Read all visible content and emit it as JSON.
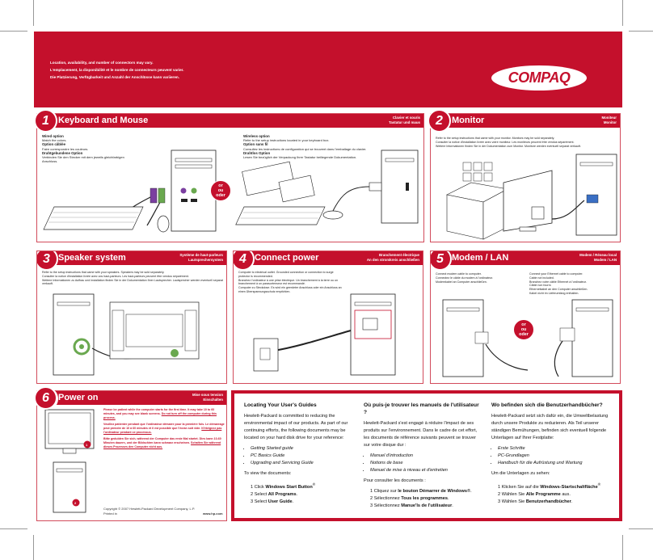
{
  "header": {
    "lines": [
      "Location, availability, and number of connectors may vary.",
      "L'emplacement, la disponibilité et le nombre de connecteurs peuvent varier.",
      "Die Platzierung, Verfügbarkeit und Anzahl der Anschlüsse kann variieren."
    ],
    "logo": "COMPAQ"
  },
  "or_badge": [
    "or",
    "ou",
    "oder"
  ],
  "panels": {
    "p1": {
      "num": "1",
      "title": "Keyboard and Mouse",
      "sub1": "Clavier et souris",
      "sub2": "Tastatur und maus",
      "wired_h": "Wired option",
      "wired_t": "Match the colors.",
      "cable_h": "Option câblée",
      "cable_t": "Faire correspondre les couleurs.",
      "draht_h": "Drahtgebundene Option",
      "draht_t": "Verbinden Sie den Stecker mit dem jeweils gleichfarbigen Anschluss.",
      "wl_h": "Wireless option",
      "wl_t": "Refer to the setup instructions located in your keyboard box.",
      "sf_h": "Option sans fil",
      "sf_t": "Consultez les instructions de configuration qui se trouvent dans l'emballage du clavier.",
      "dl_h": "Drahtlos Option",
      "dl_t": "Lesen Sie bezüglich der Verpackung Ihrer Tastatur beiliegende Dokumentation."
    },
    "p2": {
      "num": "2",
      "title": "Monitor",
      "sub1": "Moniteur",
      "sub2": "Monitor",
      "t1": "Refer to the setup instructions that came with your monitor. Monitors may be sold separately.",
      "t2": "Consulter la notice d'installation livrée avec votre moniteur. Les moniteurs peuvent être vendus séparément.",
      "t3": "Weitere Informationen finden Sie in der Dokumentation zum Monitor. Monitore werden eventuell separat verkauft."
    },
    "p3": {
      "num": "3",
      "title": "Speaker system",
      "sub1": "Système de haut-parleurs",
      "sub2": "Lautsprechersystem",
      "t1": "Refer to the setup instructions that came with your speakers. Speakers may be sold separately.",
      "t2": "Consulter la notice d'installation livrée avec vos haut-parleurs. Les haut-parleurs peuvent être vendus séparément.",
      "t3": "Weitere Informationen zu Aufbau und Installation finden Sie in der Dokumentation Ihrer Lautsprecher. Lautsprecher werden eventuell separat verkauft."
    },
    "p4": {
      "num": "4",
      "title": "Connect power",
      "sub1": "Branchement électrique",
      "sub2": "An den stromkreis anschließen",
      "t1": "Computer to electrical outlet. Grounded connection or connection to surge protector is recommended.",
      "t2": "Branchez l'ordinateur à une prise électrique. Un branchement à la terre ou un branchement à un parasurtenseur est recommandé.",
      "t3": "Computer zu Steckdose. Es wird ein geerdeter Anschluss oder ein Anschluss an einen Überspannungsschutz empfohlen."
    },
    "p5": {
      "num": "5",
      "title": "Modem / LAN",
      "sub1": "Modem / Réseau local",
      "sub2": "Modem / LAN",
      "l1": "Connect modem cable to computer.",
      "l2": "Connectez le câble du modem à l'ordinateur.",
      "l3": "Modemkabel an Computer anschließen.",
      "r1": "Connect your Ethernet cable to computer.",
      "r2": "Cable not included.",
      "r3": "Branchez votre câble Ethernet à l'ordinateur.",
      "r4": "Câble non fourni.",
      "r5": "Ethernetkabel an den Computer anschließen.",
      "r6": "Kabel nicht im Lieferumfang enthalten."
    },
    "p6": {
      "num": "6",
      "title": "Power on",
      "sub1": "Mise sous tension",
      "sub2": "Einschalten",
      "en": "Please be patient while the computer starts for the first time. It may take 10 to 60 minutes, and you may see blank screens.",
      "en_u": "Do not turn off the computer during this process.",
      "fr": "Veuillez patienter pendant que l'ordinateur démarre pour la première fois. Le démarrage peut prendre de 10 à 60 minutes et il est possible que l'écran soit vide.",
      "fr_u": "N'éteignez pas l'ordinateur pendant ce processus.",
      "de": "Bitte gedulden Sie sich, während der Computer das erste Mal startet. Dies kann 10-60 Minuten dauern, und der Bildschirm kann schwarz erscheinen.",
      "de_u": "Schalten Sie während dieses Prozesses den Computer nicht aus.",
      "copyright": "Copyright © 2007 Hewlett-Packard Development Company, L.P.",
      "printed": "Printed in",
      "url": "www.hp.com",
      "step1": "1",
      "step2": "2"
    }
  },
  "guides": {
    "en": {
      "h": "Locating Your User's Guides",
      "p": "Hewlett-Packard is committed to reducing the environmental impact of our products. As part of our continuing efforts, the following documents may be located on your hard disk drive for your reference:",
      "items": [
        "Getting Started guide",
        "PC Basics Guide",
        "Upgrading and Servicing Guide"
      ],
      "view": "To view the documents:",
      "steps": [
        [
          "1",
          "Click ",
          "Windows Start Button",
          "®"
        ],
        [
          "2",
          "Select ",
          "All Programs",
          "."
        ],
        [
          "3",
          "Select ",
          "User Guide",
          "."
        ]
      ]
    },
    "fr": {
      "h": "Où puis-je trouver les manuels de l'utilisateur ?",
      "p": "Hewlett-Packard s'est engagé à réduire l'impact de ses produits sur l'environnement. Dans le cadre de cet effort, les documents de référence suivants peuvent se trouver sur votre disque dur :",
      "items": [
        "Manuel d'introduction",
        "Notions de base",
        "Manuel de mise à niveau et d'entretien"
      ],
      "view": "Pour consulter les documents :",
      "steps": [
        [
          "1",
          "Cliquez sur ",
          "le bouton Démarrer de Windows",
          "®."
        ],
        [
          "2",
          "Sélectionnez ",
          "Tous les programmes",
          "."
        ],
        [
          "3",
          "Sélectionnez ",
          "Manue'ls de l'utilisateur",
          "."
        ]
      ]
    },
    "de": {
      "h": "Wo befinden sich die Benutzerhandbücher?",
      "p": "Hewlett-Packard setzt sich dafür ein, die Umweltbelastung durch unsere Produkte zu reduzieren. Als Teil unserer ständigen Bemühungen, befinden sich eventuell folgende Unterlagen auf Ihrer Festplatte:",
      "items": [
        "Erste Schritte",
        "PC-Grundlagen",
        "Handbuch für die Aufrüstung und Wartung"
      ],
      "view": "Um die Unterlagen zu sehen:",
      "steps": [
        [
          "1",
          "Klicken Sie auf die ",
          "Windows-Startschaltfläche",
          "®"
        ],
        [
          "2",
          "Wählen Sie ",
          "Alle Programme",
          " aus."
        ],
        [
          "3",
          "Wählen Sie ",
          "Benutzerhandbücher",
          "."
        ]
      ]
    }
  }
}
